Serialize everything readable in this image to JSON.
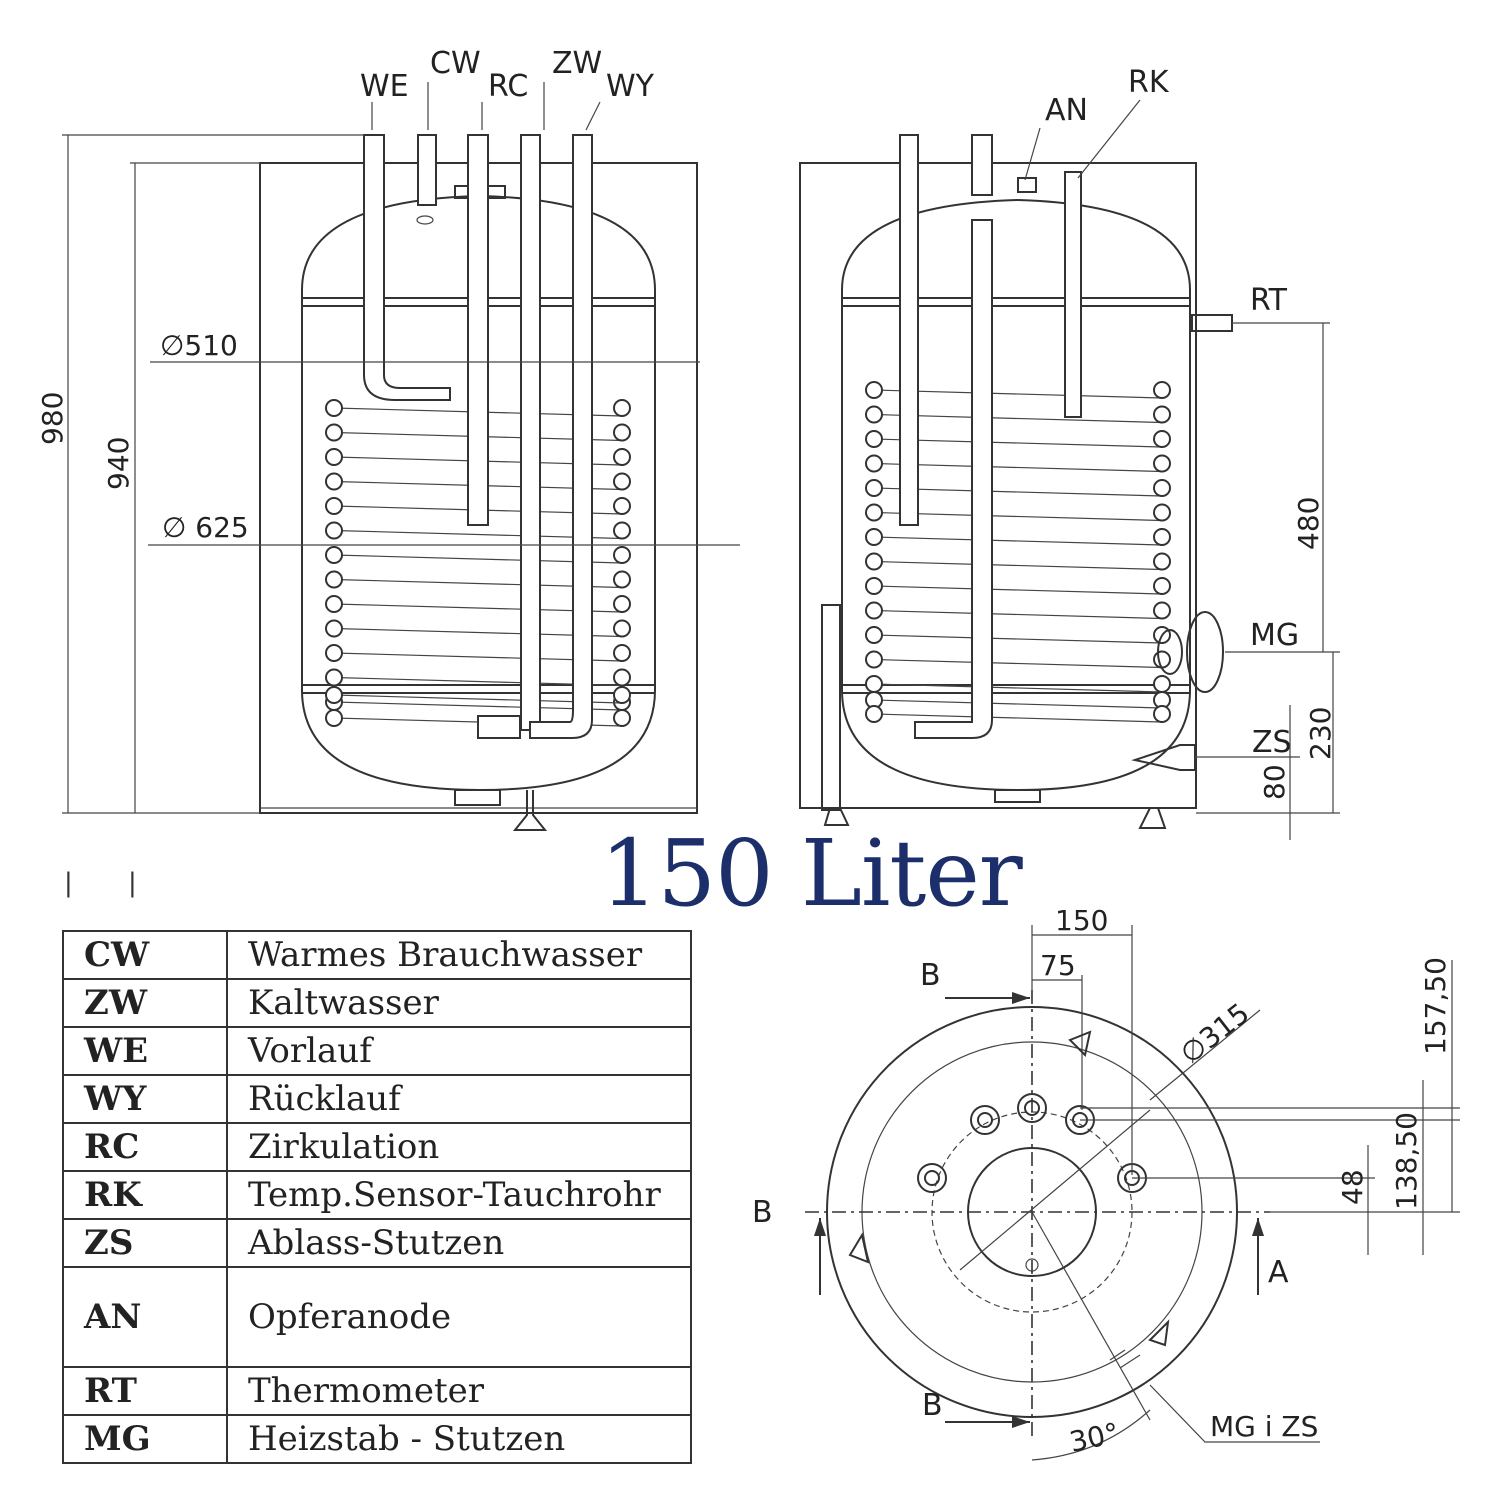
{
  "title": "150 Liter",
  "front_view": {
    "connection_labels": [
      "WE",
      "CW",
      "RC",
      "ZW",
      "WY"
    ],
    "dimensions": {
      "total_height": "980",
      "tank_height": "940",
      "inner_diameter": "∅510",
      "outer_diameter": "∅ 625"
    }
  },
  "side_view": {
    "labels": {
      "anode": "AN",
      "sensor": "RK",
      "thermometer": "RT",
      "heater": "MG",
      "drain": "ZS"
    },
    "dimensions": {
      "rt_to_mg": "480",
      "mg_to_floor": "230",
      "zs_to_floor": "80"
    }
  },
  "top_view": {
    "dimensions": {
      "offset_150": "150",
      "offset_75": "75",
      "flange_diameter": "∅315",
      "height_157": "157,50",
      "height_138": "138,50",
      "height_48": "48",
      "angle": "30°"
    },
    "section_marks": [
      "B",
      "B",
      "B",
      "A"
    ],
    "mg_zs_label": "MG i ZS"
  },
  "legend": [
    {
      "code": "CW",
      "description": "Warmes Brauchwasser"
    },
    {
      "code": "ZW",
      "description": "Kaltwasser"
    },
    {
      "code": "WE",
      "description": "Vorlauf"
    },
    {
      "code": "WY",
      "description": "Rücklauf"
    },
    {
      "code": "RC",
      "description": "Zirkulation"
    },
    {
      "code": "RK",
      "description": "Temp.Sensor-Tauchrohr"
    },
    {
      "code": "ZS",
      "description": "Ablass-Stutzen"
    },
    {
      "code": "AN",
      "description": "Opferanode"
    },
    {
      "code": "RT",
      "description": "Thermometer"
    },
    {
      "code": "MG",
      "description": "Heizstab - Stutzen"
    }
  ]
}
